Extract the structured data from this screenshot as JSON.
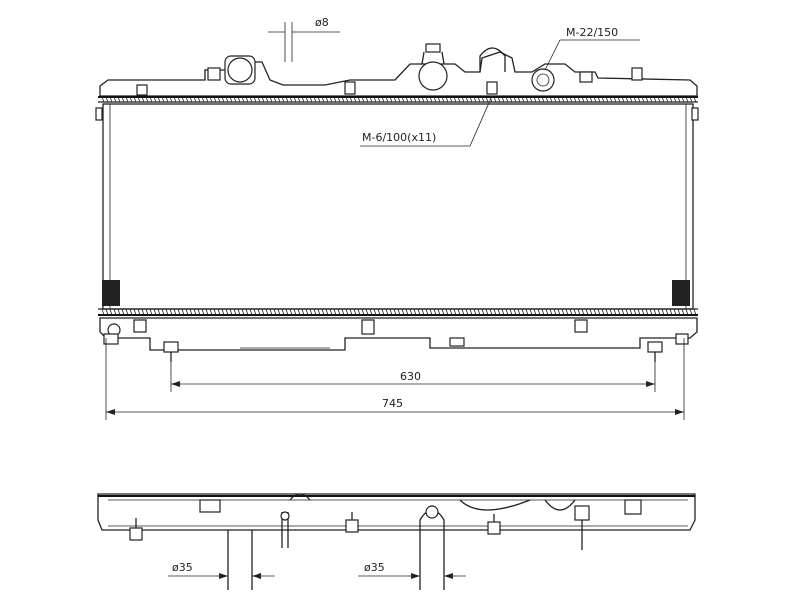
{
  "annotations": {
    "pipe_diameter": "ø8",
    "drain_plug": "M-22/150",
    "mount_bolts": "M-6/100(x11)",
    "inner_span": "630",
    "overall_width": "745",
    "inlet_diameter_left": "ø35",
    "inlet_diameter_right": "ø35"
  }
}
